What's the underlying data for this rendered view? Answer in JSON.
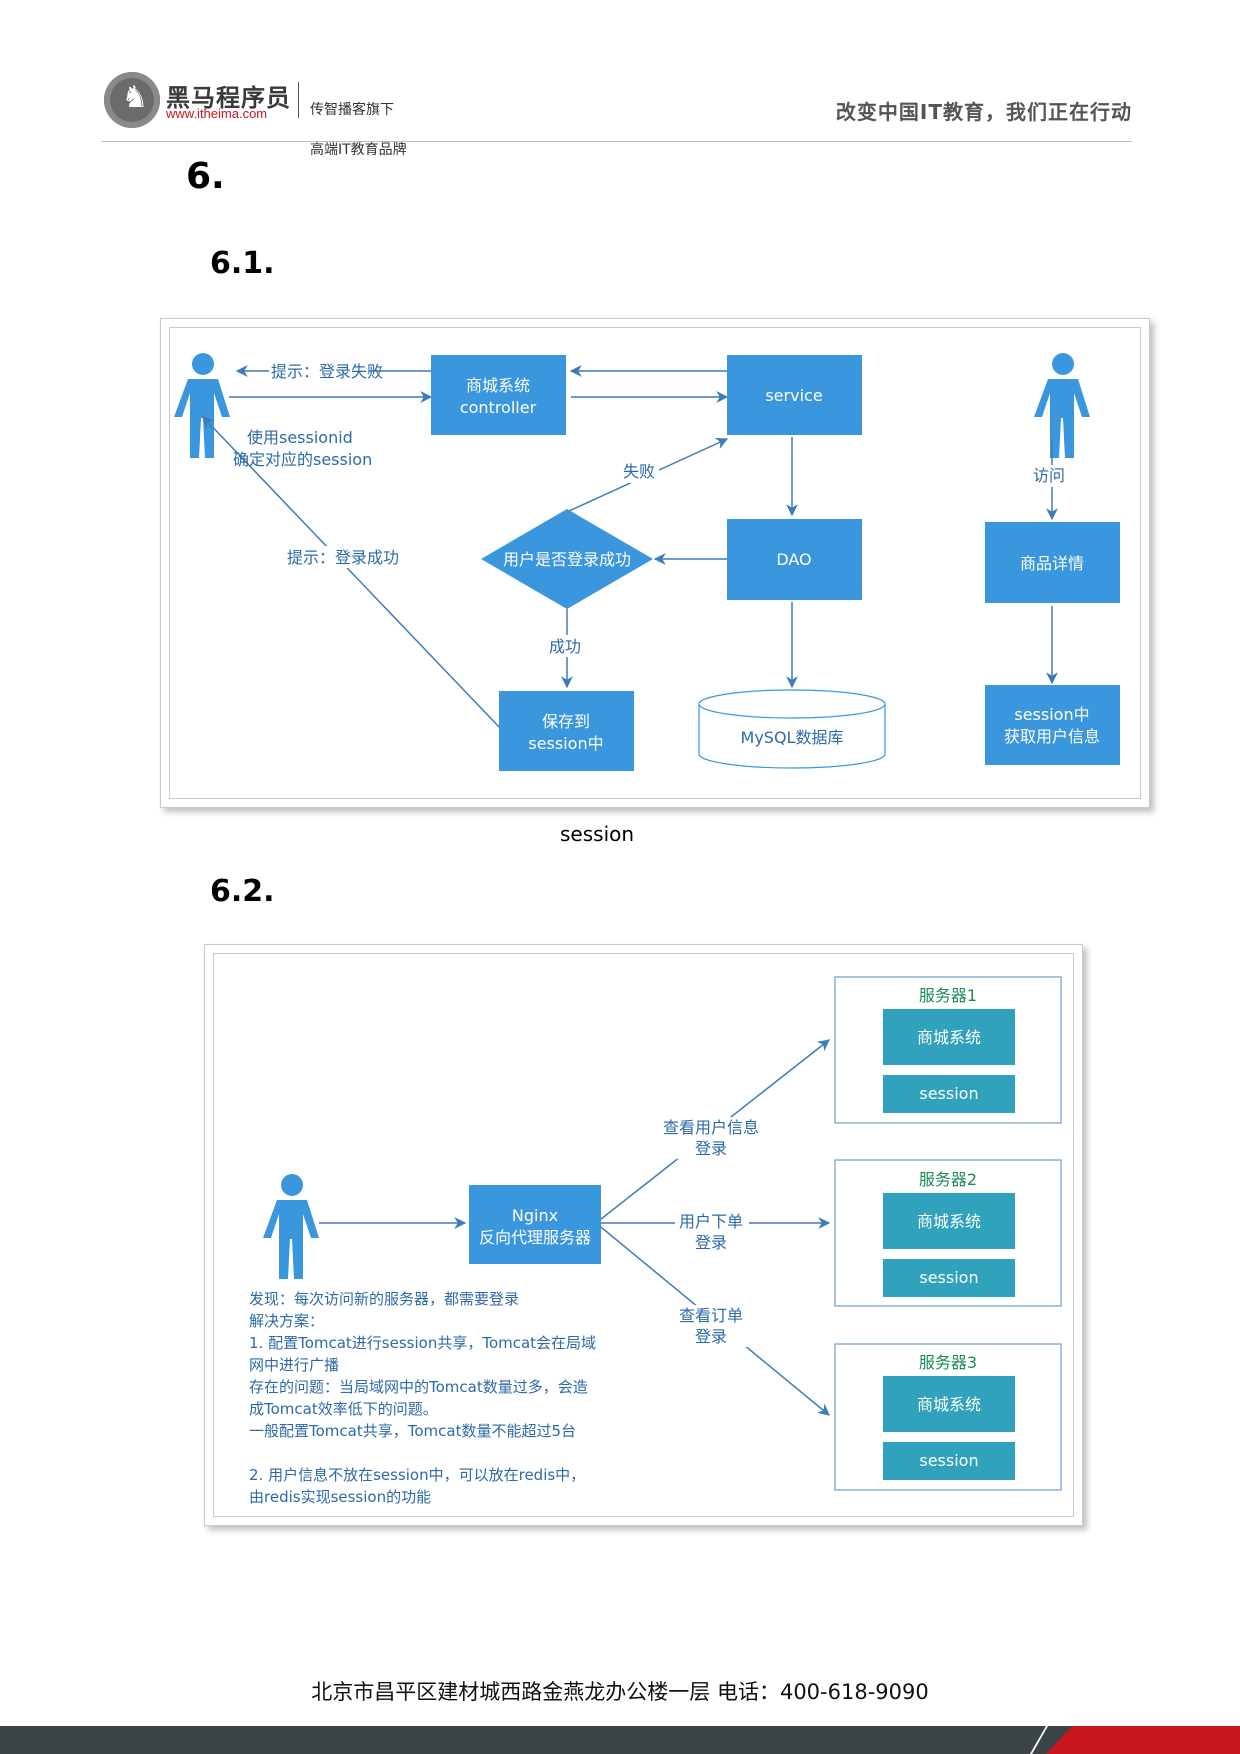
{
  "header": {
    "brand_name": "黑马程序员",
    "brand_url": "www.itheima.com",
    "brand_slogan_line1": "传智播客旗下",
    "brand_slogan_line2": "高端IT教育品牌",
    "motto": "改变中国IT教育，我们正在行动"
  },
  "headings": {
    "h1": "6.",
    "h2_1": "6.1.",
    "h2_2": "6.2."
  },
  "figure1": {
    "tip_fail": "提示：登录失败",
    "use_sessionid_1": "使用sessionid",
    "use_sessionid_2": "确定对应的session",
    "tip_success": "提示：登录成功",
    "controller_1": "商城系统",
    "controller_2": "controller",
    "service": "service",
    "dao": "DAO",
    "decision": "用户是否登录成功",
    "fail": "失败",
    "success": "成功",
    "save_1": "保存到",
    "save_2": "session中",
    "db": "MySQL数据库",
    "visit": "访问",
    "product_detail": "商品详情",
    "session_get_1": "session中",
    "session_get_2": "获取用户信息",
    "caption": "session"
  },
  "figure2": {
    "nginx_1": "Nginx",
    "nginx_2": "反向代理服务器",
    "edge1_1": "查看用户信息",
    "edge1_2": "登录",
    "edge2_1": "用户下单",
    "edge2_2": "登录",
    "edge3_1": "查看订单",
    "edge3_2": "登录",
    "servers": [
      {
        "title": "服务器1",
        "app": "商城系统",
        "session": "session"
      },
      {
        "title": "服务器2",
        "app": "商城系统",
        "session": "session"
      },
      {
        "title": "服务器3",
        "app": "商城系统",
        "session": "session"
      }
    ],
    "notes": [
      "发现：每次访问新的服务器，都需要登录",
      "解决方案：",
      "1.  配置Tomcat进行session共享，Tomcat会在局域",
      "网中进行广播",
      "存在的问题：当局域网中的Tomcat数量过多，会造",
      "成Tomcat效率低下的问题。",
      "一般配置Tomcat共享，Tomcat数量不能超过5台",
      "",
      "2.  用户信息不放在session中，可以放在redis中，",
      "由redis实现session的功能"
    ]
  },
  "footer": {
    "address": "北京市昌平区建材城西路金燕龙办公楼一层   电话：400-618-9090"
  },
  "colors": {
    "box_blue": "#3b97dd",
    "teal": "#31a2bb",
    "line_blue": "#3e7cb8",
    "label_blue": "#2c6aa8",
    "green_title": "#1b8a55",
    "brand_red": "#c8161d"
  }
}
